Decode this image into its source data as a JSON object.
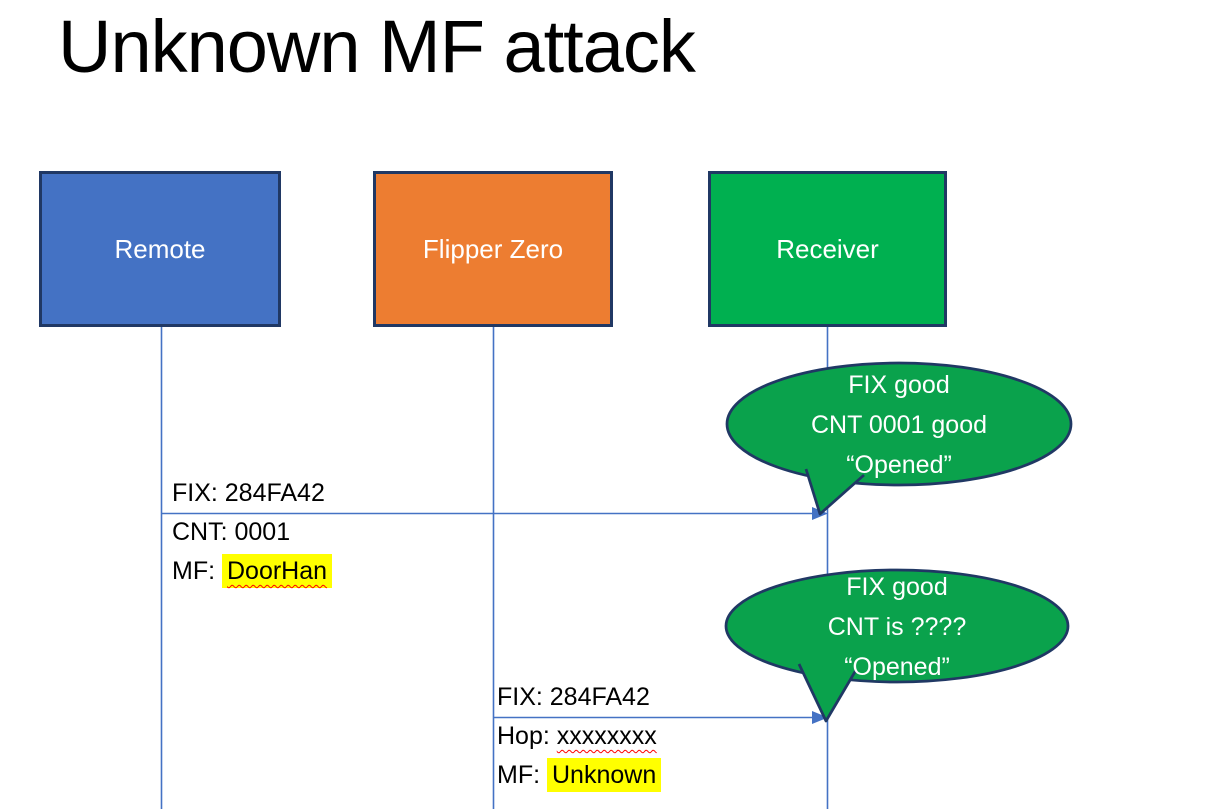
{
  "title": "Unknown MF attack",
  "actors": [
    {
      "label": "Remote"
    },
    {
      "label": "Flipper Zero"
    },
    {
      "label": "Receiver"
    }
  ],
  "message1": {
    "fix": "FIX: 284FA42",
    "cnt": "CNT: 0001",
    "mf_prefix": "MF: ",
    "mf_value": "DoorHan"
  },
  "message2": {
    "fix": "FIX: 284FA42",
    "hop_prefix": "Hop: ",
    "hop_value": "xxxxxxxx",
    "mf_prefix": "MF: ",
    "mf_value": "Unknown"
  },
  "callout1": {
    "line1": "FIX good",
    "line2": "CNT 0001 good",
    "line3": "“Opened”"
  },
  "callout2": {
    "line1": "FIX good",
    "line2": "CNT is ????",
    "line3": "“Opened”"
  },
  "colors": {
    "remote_fill": "#4472C4",
    "flipper_fill": "#ED7D31",
    "receiver_fill": "#00B050",
    "callout_fill": "#0AA24C",
    "shape_border": "#203864",
    "connector": "#4472C4",
    "highlight": "#FFFF00",
    "squiggle": "#FF0000"
  }
}
